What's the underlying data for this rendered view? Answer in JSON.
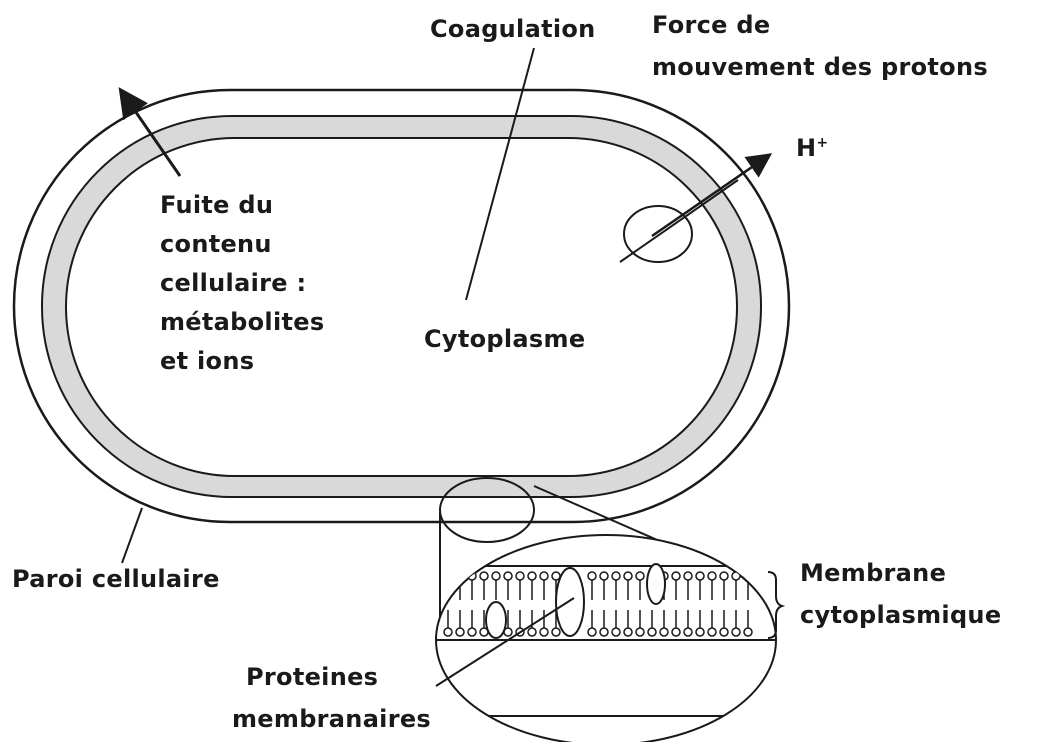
{
  "labels": {
    "coagulation": "Coagulation",
    "force_line1": "Force de",
    "force_line2": "mouvement des protons",
    "h_plus": "H",
    "h_plus_sup": "+",
    "fuite_line1": "Fuite du",
    "fuite_line2": "contenu",
    "fuite_line3": "cellulaire :",
    "fuite_line4": "métabolites",
    "fuite_line5": "et ions",
    "cytoplasme": "Cytoplasme",
    "paroi": "Paroi cellulaire",
    "membrane_line1": "Membrane",
    "membrane_line2": "cytoplasmique",
    "proteines_line1": "Proteines",
    "proteines_line2": "membranaires"
  },
  "colors": {
    "stroke": "#1a1a1a",
    "periplasm_band": "#d9d9d9",
    "background": "#ffffff"
  }
}
